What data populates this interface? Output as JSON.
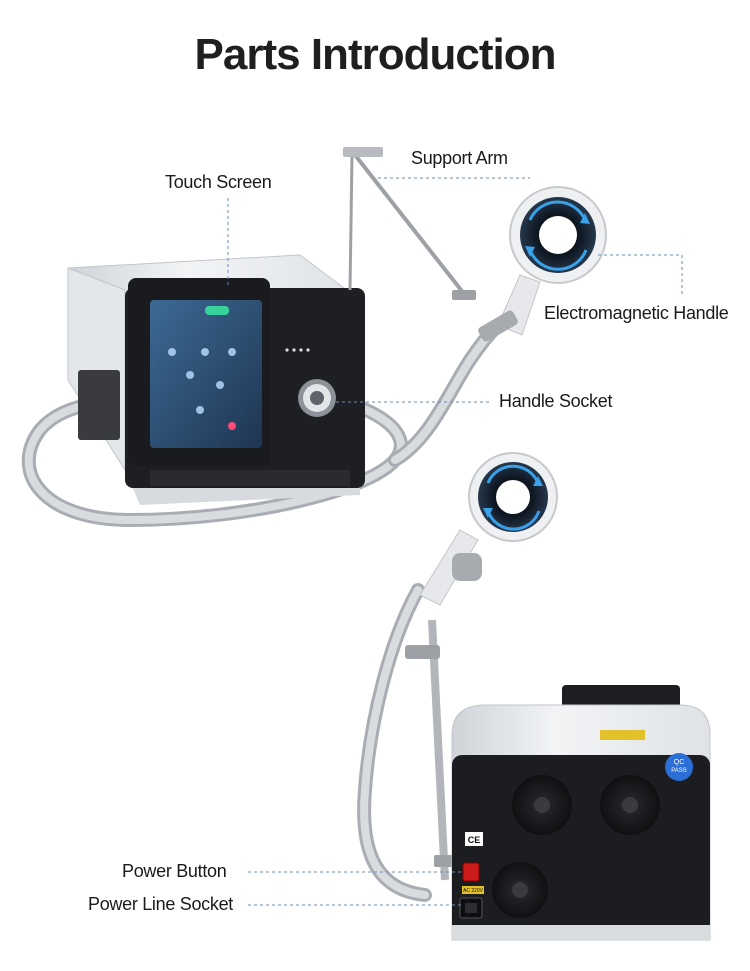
{
  "title": "Parts Introduction",
  "labels": {
    "touch_screen": "Touch Screen",
    "support_arm": "Support Arm",
    "electromagnetic_handle": "Electromagnetic Handle",
    "handle_socket": "Handle Socket",
    "power_button": "Power Button",
    "power_line_socket": "Power Line Socket"
  },
  "device_markings": {
    "qc_badge_line1": "QC",
    "qc_badge_line2": "PASS",
    "ce_mark": "CE",
    "voltage_label": "AC 220V"
  },
  "colors": {
    "device_body": "#e9ecef",
    "panel": "#1c1d20",
    "screen": "#2f4f73",
    "handle_ring": "#1a2a3d",
    "ring_arrow": "#3aa0e8",
    "cable": "#b9bcc1",
    "leader_line": "#6b8db5"
  }
}
